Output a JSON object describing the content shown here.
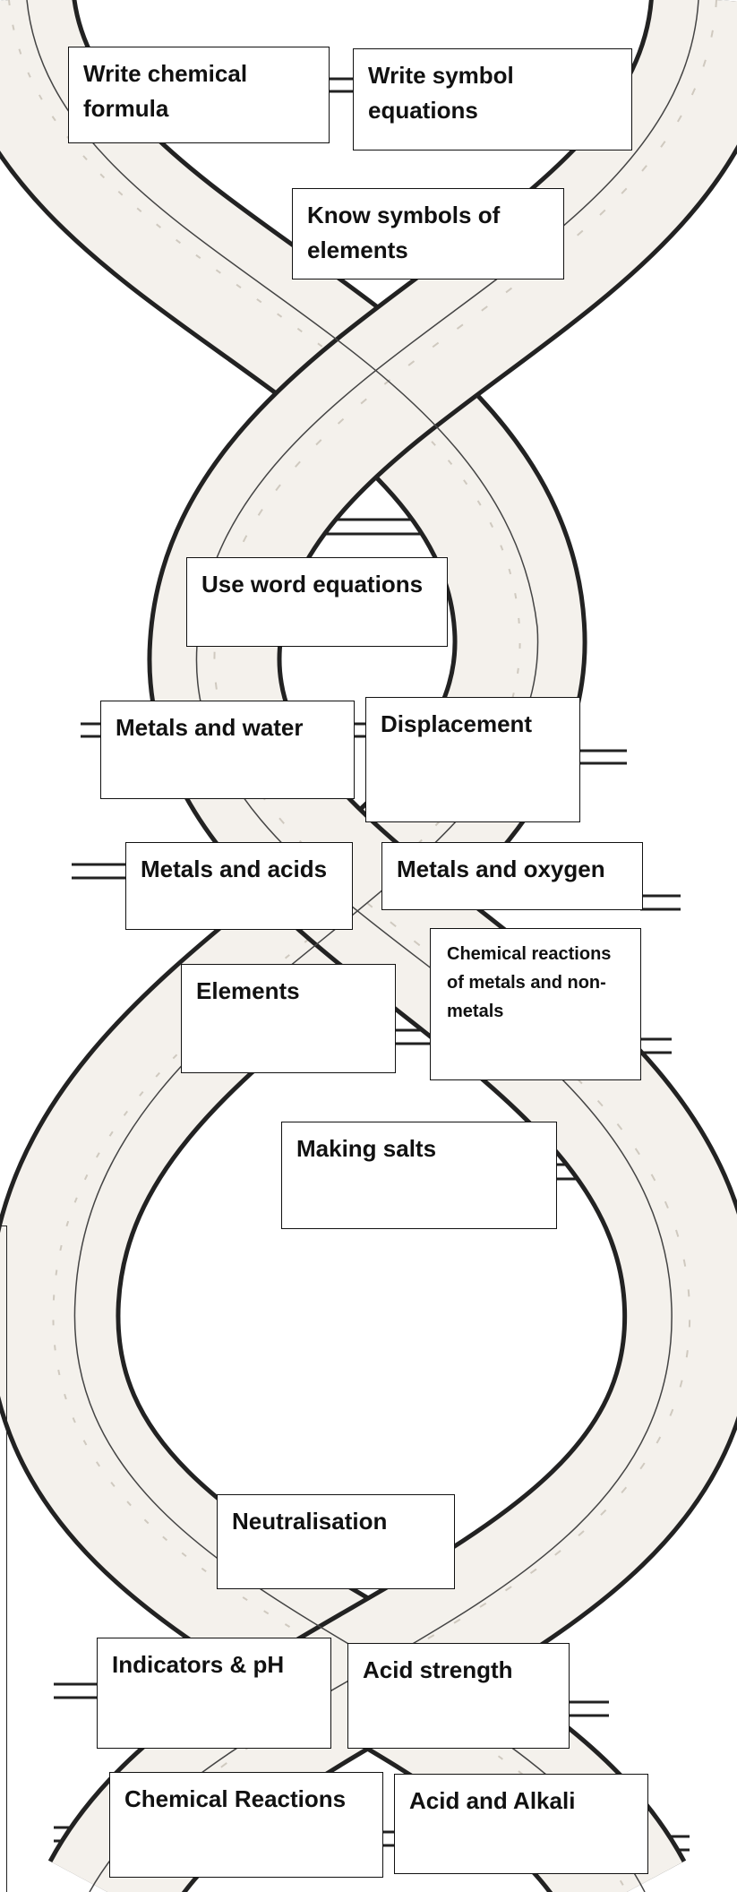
{
  "boxes": {
    "write_chemical_formula": "Write chemical formula",
    "write_symbol_equations": "Write symbol equations",
    "know_symbols_of_elements": "Know symbols of elements",
    "use_word_equations": "Use word equations",
    "metals_and_water": "Metals and water",
    "displacement": "Displacement",
    "metals_and_acids": "Metals and acids",
    "metals_and_oxygen": "Metals and oxygen",
    "elements": "Elements",
    "chemical_reactions_of_metals_and_non_metals": "Chemical reactions of metals and non-metals",
    "making_salts": "Making salts",
    "neutralisation": "Neutralisation",
    "indicators_and_ph": "Indicators & pH",
    "acid_strength": "Acid strength",
    "chemical_reactions": "Chemical Reactions",
    "acid_and_alkali": "Acid and Alkali"
  },
  "colors": {
    "ink": "#111111",
    "strand_fill": "#f4f1ec",
    "background": "#ffffff"
  }
}
